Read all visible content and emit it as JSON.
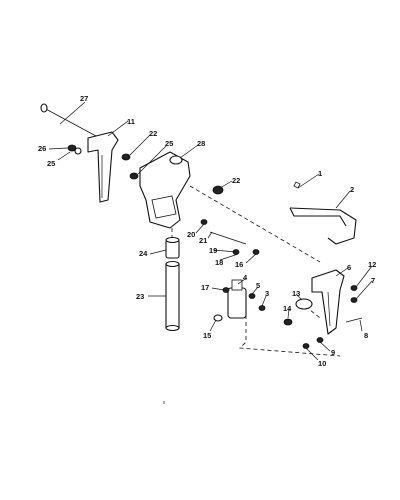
{
  "callouts": [
    {
      "id": "c1",
      "label": "1"
    },
    {
      "id": "c2",
      "label": "2"
    },
    {
      "id": "c3",
      "label": "3"
    },
    {
      "id": "c4",
      "label": "4"
    },
    {
      "id": "c5",
      "label": "5"
    },
    {
      "id": "c6",
      "label": "6"
    },
    {
      "id": "c7",
      "label": "7"
    },
    {
      "id": "c8",
      "label": "8"
    },
    {
      "id": "c9",
      "label": "9"
    },
    {
      "id": "c10",
      "label": "10"
    },
    {
      "id": "c11",
      "label": "11"
    },
    {
      "id": "c12",
      "label": "12"
    },
    {
      "id": "c13",
      "label": "13"
    },
    {
      "id": "c14",
      "label": "14"
    },
    {
      "id": "c15",
      "label": "15"
    },
    {
      "id": "c16",
      "label": "16"
    },
    {
      "id": "c17",
      "label": "17"
    },
    {
      "id": "c18",
      "label": "18"
    },
    {
      "id": "c19",
      "label": "19"
    },
    {
      "id": "c20",
      "label": "20"
    },
    {
      "id": "c21",
      "label": "21"
    },
    {
      "id": "c22a",
      "label": "22"
    },
    {
      "id": "c22b",
      "label": "22"
    },
    {
      "id": "c23",
      "label": "23"
    },
    {
      "id": "c24",
      "label": "24"
    },
    {
      "id": "c25a",
      "label": "25"
    },
    {
      "id": "c25b",
      "label": "25"
    },
    {
      "id": "c26",
      "label": "26"
    },
    {
      "id": "c27",
      "label": "27"
    },
    {
      "id": "c28",
      "label": "28"
    }
  ],
  "colors": {
    "line": "#111111",
    "background": "#ffffff"
  }
}
